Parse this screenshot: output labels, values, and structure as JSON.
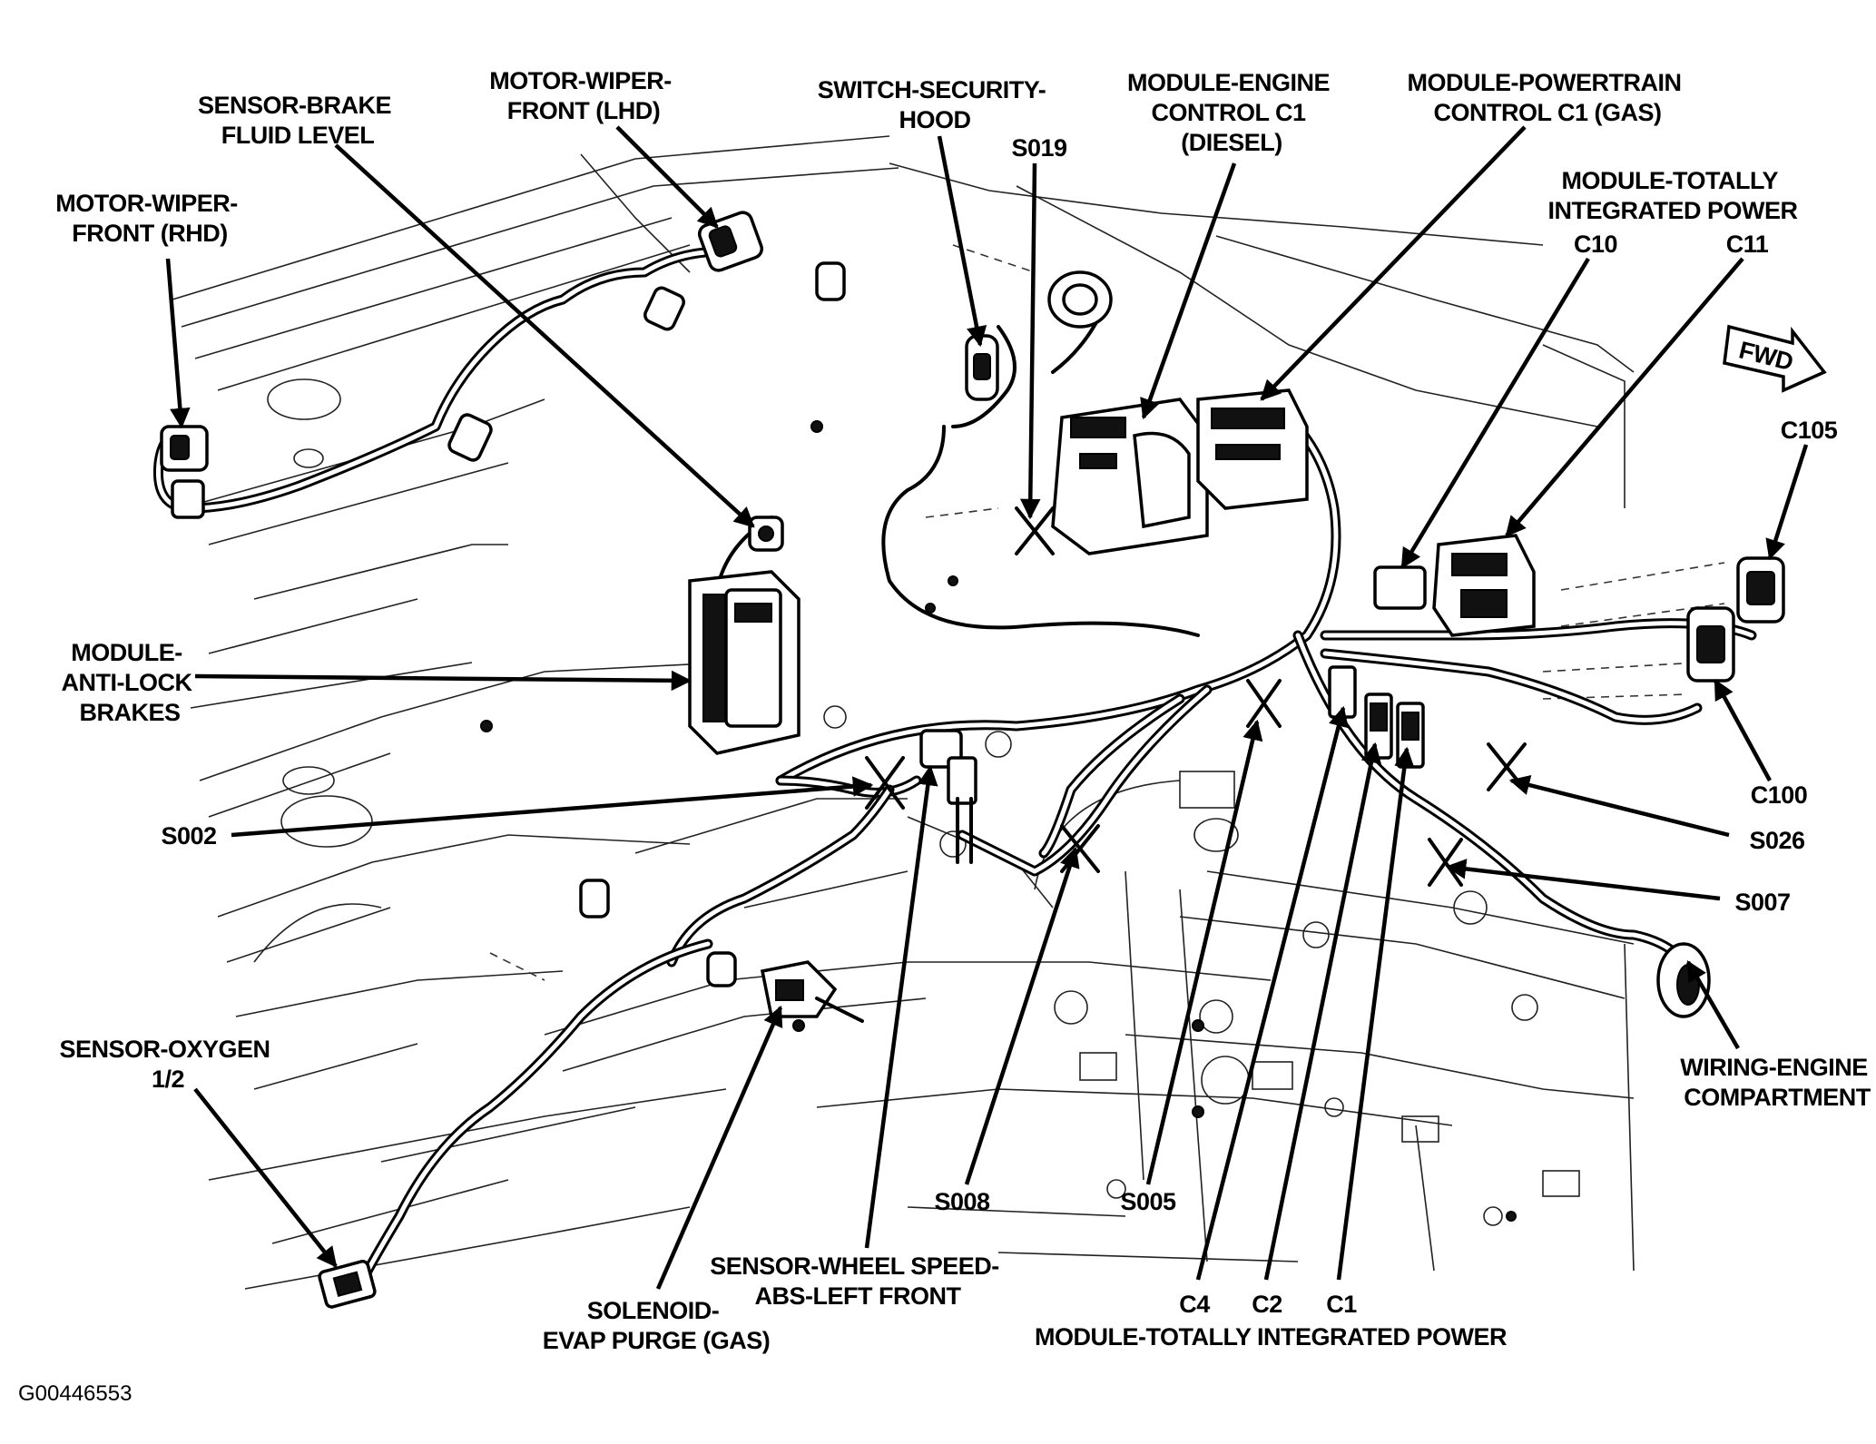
{
  "figure_id": "G00446553",
  "fwd_label": "FWD",
  "labels": {
    "motor_wiper_front_rhd": [
      "MOTOR-WIPER-",
      "FRONT (RHD)"
    ],
    "sensor_brake_fluid_level": [
      "SENSOR-BRAKE",
      "FLUID LEVEL"
    ],
    "motor_wiper_front_lhd": [
      "MOTOR-WIPER-",
      "FRONT (LHD)"
    ],
    "switch_security_hood": [
      "SWITCH-SECURITY-",
      "HOOD"
    ],
    "s019": "S019",
    "module_engine_control_c1_diesel": [
      "MODULE-ENGINE",
      "CONTROL C1",
      "(DIESEL)"
    ],
    "module_powertrain_control_c1_gas": [
      "MODULE-POWERTRAIN",
      "CONTROL C1 (GAS)"
    ],
    "module_totally_integrated_power_top": [
      "MODULE-TOTALLY",
      "INTEGRATED POWER"
    ],
    "c10": "C10",
    "c11": "C11",
    "c105": "C105",
    "module_anti_lock_brakes": [
      "MODULE-",
      "ANTI-LOCK",
      "BRAKES"
    ],
    "s002": "S002",
    "c100": "C100",
    "s026": "S026",
    "s007": "S007",
    "sensor_oxygen": [
      "SENSOR-OXYGEN",
      "1/2"
    ],
    "wiring_engine_compartment": [
      "WIRING-ENGINE",
      "COMPARTMENT"
    ],
    "s008": "S008",
    "s005": "S005",
    "sensor_wheel_speed": [
      "SENSOR-WHEEL SPEED-",
      "ABS-LEFT FRONT"
    ],
    "solenoid_evap_purge": [
      "SOLENOID-",
      "EVAP PURGE (GAS)"
    ],
    "c4": "C4",
    "c2": "C2",
    "c1": "C1",
    "module_totally_integrated_power_bottom": "MODULE-TOTALLY INTEGRATED POWER"
  }
}
